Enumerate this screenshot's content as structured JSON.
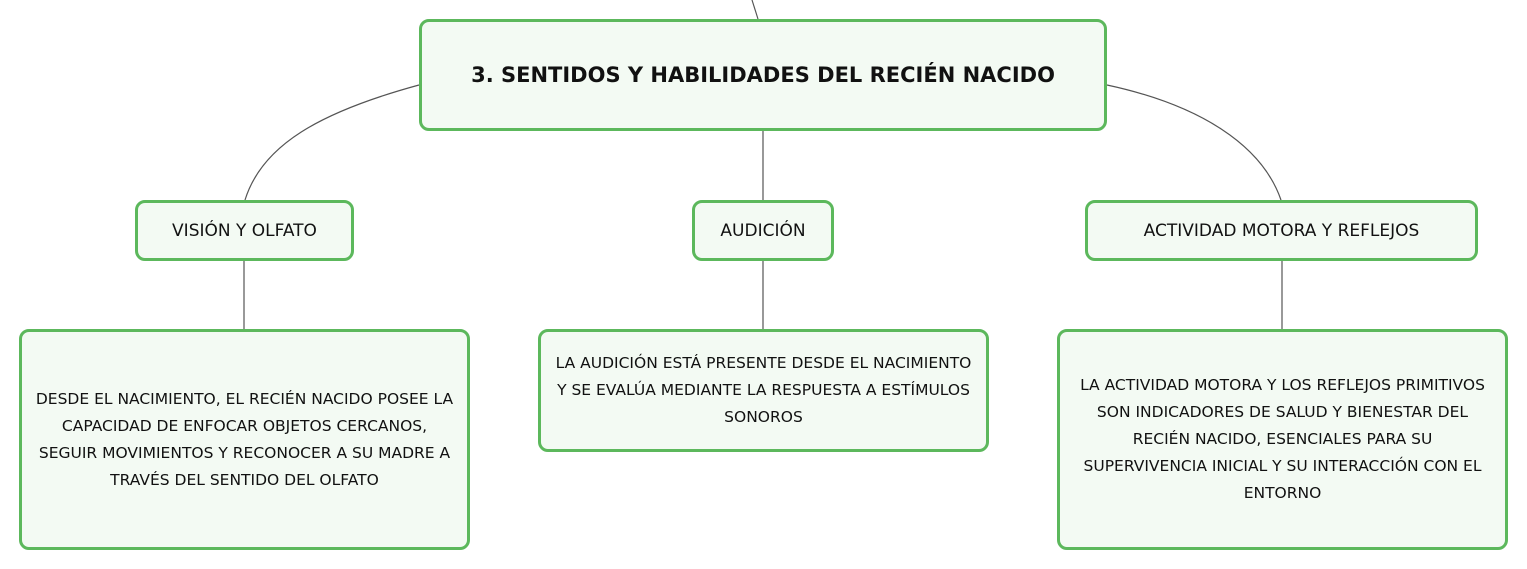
{
  "root": {
    "title": "3. SENTIDOS Y HABILIDADES DEL RECIÉN NACIDO"
  },
  "branches": [
    {
      "label": "VISIÓN Y OLFATO",
      "detail": "DESDE EL NACIMIENTO, EL RECIÉN NACIDO POSEE LA CAPACIDAD DE ENFOCAR OBJETOS CERCANOS, SEGUIR MOVIMIENTOS Y RECONOCER A SU MADRE A TRAVÉS DEL SENTIDO DEL OLFATO"
    },
    {
      "label": "AUDICIÓN",
      "detail": "LA AUDICIÓN ESTÁ PRESENTE DESDE EL NACIMIENTO Y SE EVALÚA MEDIANTE LA RESPUESTA A ESTÍMULOS SONOROS"
    },
    {
      "label": "ACTIVIDAD MOTORA Y REFLEJOS",
      "detail": "LA ACTIVIDAD MOTORA Y LOS REFLEJOS PRIMITIVOS SON INDICADORES DE SALUD Y BIENESTAR DEL RECIÉN NACIDO, ESENCIALES PARA SU SUPERVIVENCIA INICIAL Y SU INTERACCIÓN CON EL ENTORNO"
    }
  ],
  "colors": {
    "node_border": "#5cb85c",
    "node_fill": "#f3faf3",
    "connector": "#555555",
    "text": "#111111"
  }
}
